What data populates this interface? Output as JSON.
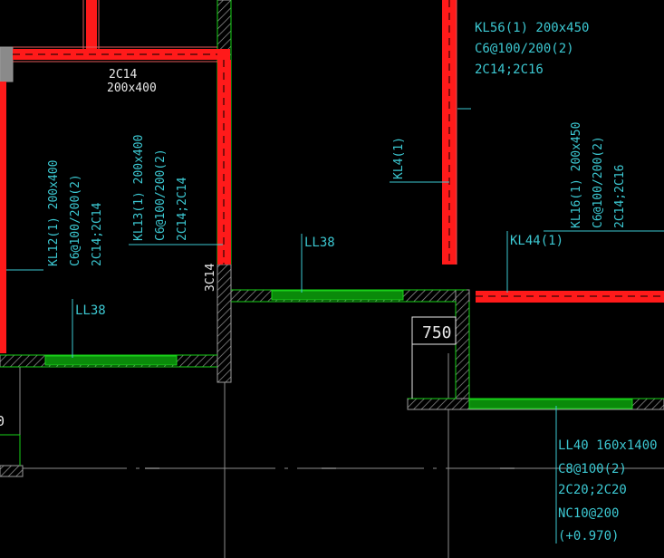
{
  "colors": {
    "background": "#000000",
    "beam_red": "#ff1a1a",
    "wall_hatch": "#9a9a9a",
    "wall_green": "#0a8a0a",
    "line_green": "#19d219",
    "text_cyan": "#3cc8d2",
    "text_white": "#e8e8e8",
    "axis_grey": "#8c8c8c"
  },
  "labels": {
    "kl56": "KL56(1) 200x450",
    "kl56_stirrup": "C6@100/200(2)",
    "kl56_bars": "2C14;2C16",
    "top_bar": "2C14",
    "top_size": "200x400",
    "kl12": "KL12(1) 200x400",
    "kl12_stirrup": "C6@100/200(2)",
    "kl12_bars": "2C14;2C14",
    "kl13": "KL13(1) 200x400",
    "kl13_stirrup": "C6@100/200(2)",
    "kl13_bars": "2C14;2C14",
    "kl4": "KL4(1)",
    "kl16": "KL16(1) 200x450",
    "kl16_stirrup": "C6@100/200(2)",
    "kl16_bars": "2C14;2C16",
    "ll38_center": "LL38",
    "kl44": "KL44(1)",
    "wall_bar": "3C14",
    "ll38_left": "LL38",
    "dim_750": "750",
    "ll40": "LL40 160x1400",
    "ll40_stirrup": "C8@100(2)",
    "ll40_bars": "2C20;2C20",
    "ll40_nc": "NC10@200",
    "ll40_level": "(+0.970)",
    "left_edge_fragment": "0"
  }
}
